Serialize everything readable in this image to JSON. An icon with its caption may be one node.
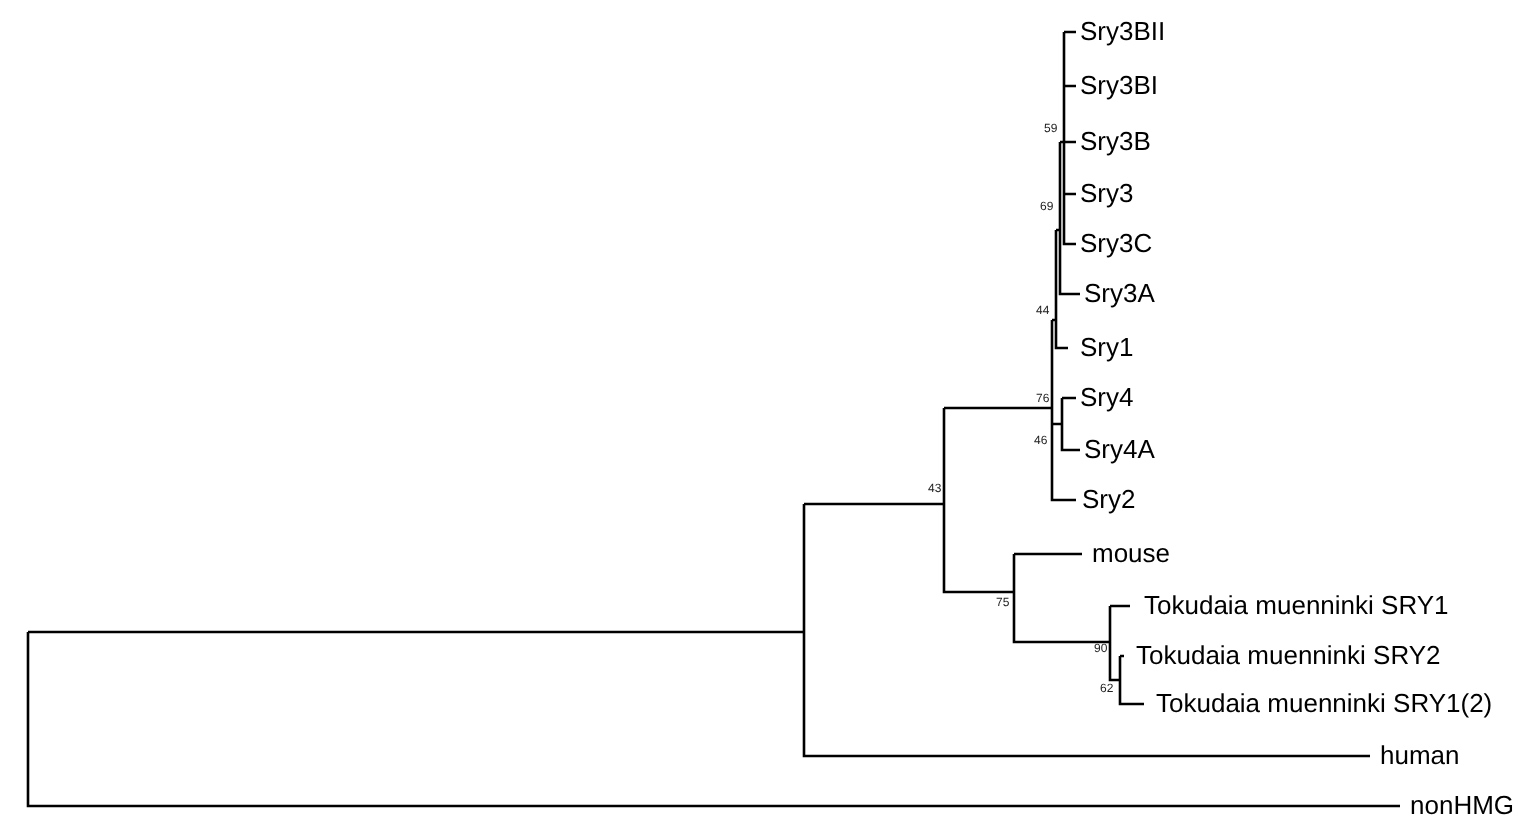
{
  "diagram": {
    "labels": [
      "Sry3BII",
      "Sry3BI",
      "59",
      "Sry3B",
      "Sry3",
      "69",
      "Sry3C",
      "Sry3A",
      "44",
      "Sry1",
      "43",
      "76",
      "Sry4",
      "46",
      "Sry4A",
      "Sry2",
      "75",
      "mouse",
      "Tokudaia muenninki SRY1",
      "90",
      "Tokudaia muenninki SRY2",
      "62",
      "Tokudaia muenninki SRY1(2)",
      "human",
      "nonHMG"
    ]
  }
}
